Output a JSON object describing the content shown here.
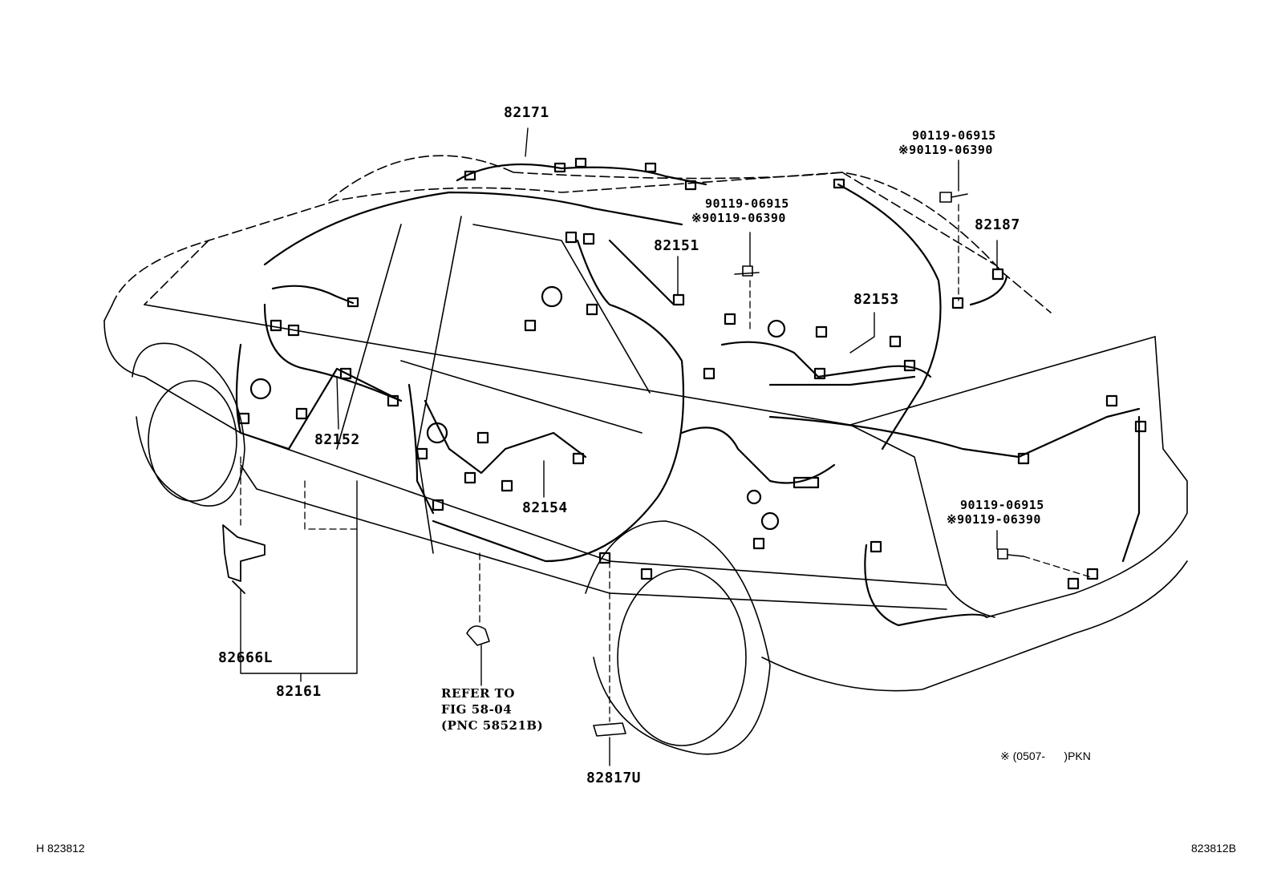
{
  "diagram": {
    "title": "Wiring harness & clamp (floor / roof / door) parts diagram",
    "figure_code_left": "H 823812",
    "figure_code_right": "823812B",
    "footnote": {
      "symbol": "※",
      "text": "(0507-      )PKN"
    },
    "part_labels": [
      {
        "id": "82171",
        "text": "82171"
      },
      {
        "id": "82151",
        "text": "82151"
      },
      {
        "id": "82153",
        "text": "82153"
      },
      {
        "id": "82187",
        "text": "82187"
      },
      {
        "id": "82152",
        "text": "82152"
      },
      {
        "id": "82154",
        "text": "82154"
      },
      {
        "id": "82666L",
        "text": "82666L"
      },
      {
        "id": "82161",
        "text": "82161"
      },
      {
        "id": "82817U",
        "text": "82817U"
      }
    ],
    "bolt_callouts": [
      {
        "name": "bolt-rear-roof",
        "line1": "90119-06915",
        "line2": "※90119-06390"
      },
      {
        "name": "bolt-center",
        "line1": "90119-06915",
        "line2": "※90119-06390"
      },
      {
        "name": "bolt-trunk",
        "line1": "90119-06915",
        "line2": "※90119-06390"
      }
    ],
    "reference_note": {
      "line1": "REFER TO",
      "line2": "FIG 58-04",
      "line3": "(PNC 58521B)"
    }
  }
}
